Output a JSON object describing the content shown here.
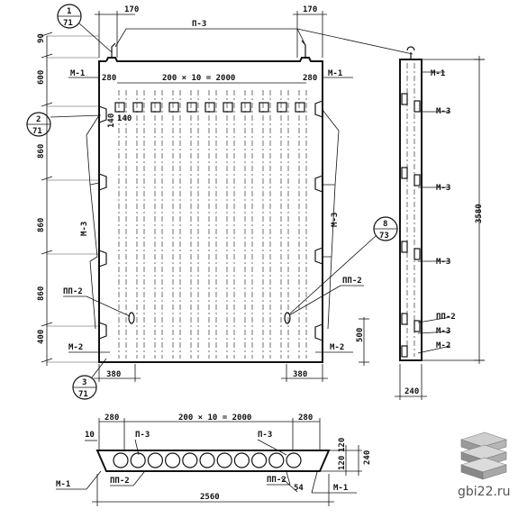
{
  "plan": {
    "top_dims": [
      "170",
      "170"
    ],
    "top_span": "200 × 10 = 2000",
    "edge_offsets": [
      "280",
      "280"
    ],
    "small_offsets": [
      "140",
      "140"
    ],
    "bottom_dims": [
      "380",
      "380"
    ],
    "left_dims": [
      "90",
      "600",
      "860",
      "860",
      "860",
      "400"
    ],
    "right_dim": "500",
    "labels": {
      "p3": "П-3",
      "m1": "М-1",
      "m2": "М-2",
      "m3": "М-3",
      "pp2": "ПП-2"
    },
    "callouts": [
      {
        "num": "1",
        "sheet": "71"
      },
      {
        "num": "2",
        "sheet": "71"
      },
      {
        "num": "3",
        "sheet": "71"
      },
      {
        "num": "8",
        "sheet": "73"
      }
    ]
  },
  "side_view": {
    "height_dim": "3580",
    "width_dim": "240",
    "labels": {
      "m1": "М-1",
      "m3": "М-3",
      "m2": "М-2",
      "pp2": "ПП-2"
    }
  },
  "section": {
    "top_span": "200 × 10 = 2000",
    "edge_offsets": [
      "280",
      "280"
    ],
    "left_dim": "10",
    "right_dims": [
      "120",
      "120",
      "240"
    ],
    "total": "2560",
    "small_dim": "54",
    "labels": {
      "p3": "П-3",
      "m1": "М-1",
      "pp2": "ПП-2"
    }
  },
  "watermark": "gbi22.ru",
  "colors": {
    "ink": "#111111",
    "paper": "#ffffff"
  }
}
